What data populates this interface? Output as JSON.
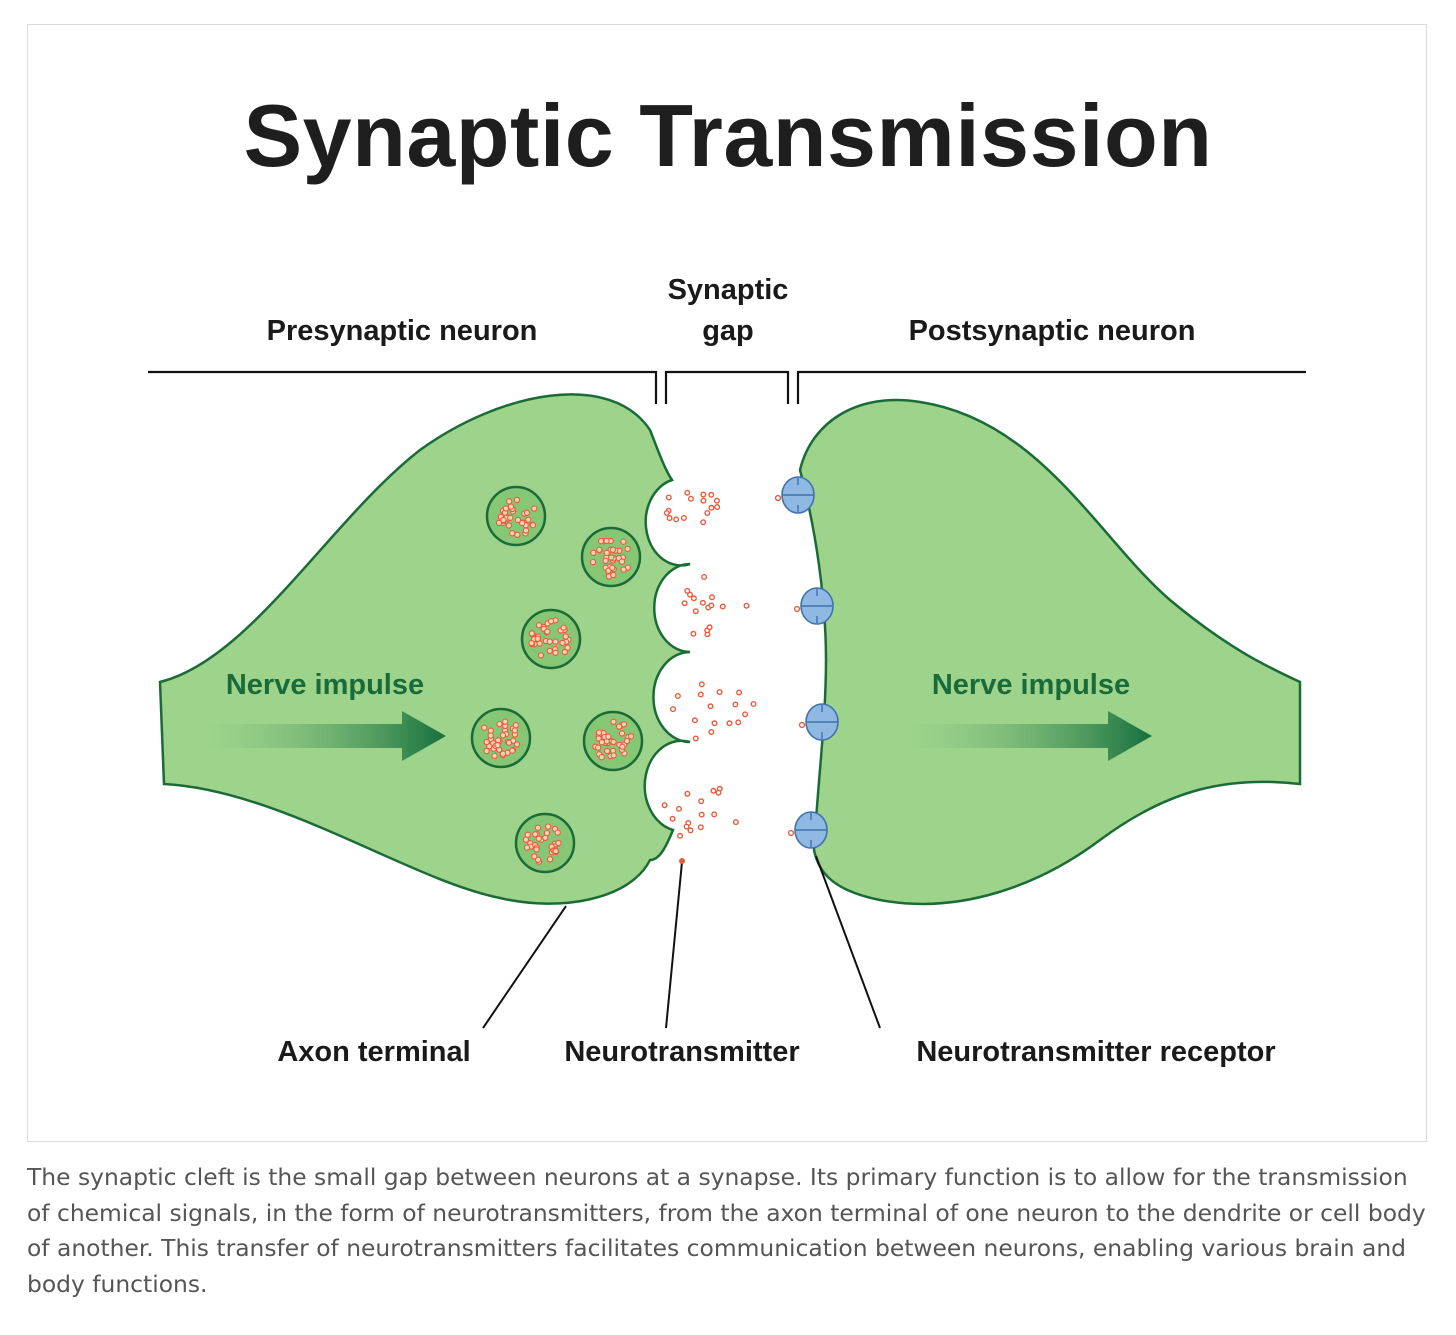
{
  "title": "Synaptic Transmission",
  "regions": {
    "presynaptic": "Presynaptic neuron",
    "gap_line1": "Synaptic",
    "gap_line2": "gap",
    "postsynaptic": "Postsynaptic neuron"
  },
  "impulse_left": "Nerve impulse",
  "impulse_right": "Nerve impulse",
  "callouts": {
    "axon_terminal": "Axon terminal",
    "neurotransmitter": "Neurotransmitter",
    "receptor": "Neurotransmitter receptor"
  },
  "caption": "The synaptic cleft is the small gap between neurons at a synapse. Its primary function is to allow for the transmission of chemical signals, in the form of neurotransmitters, from the axon terminal of one neuron to the dendrite or cell body of another. This transfer of neurotransmitters facilitates communication between neurons, enabling various brain and body functions.",
  "colors": {
    "cell_fill": "#9dd38b",
    "cell_stroke": "#1b6b37",
    "vesicle_fill": "#86c775",
    "molecule": "#ea5a3c",
    "receptor": "#8fb8e2",
    "receptor_stroke": "#3f72ad",
    "arrow_dark": "#16703d"
  }
}
